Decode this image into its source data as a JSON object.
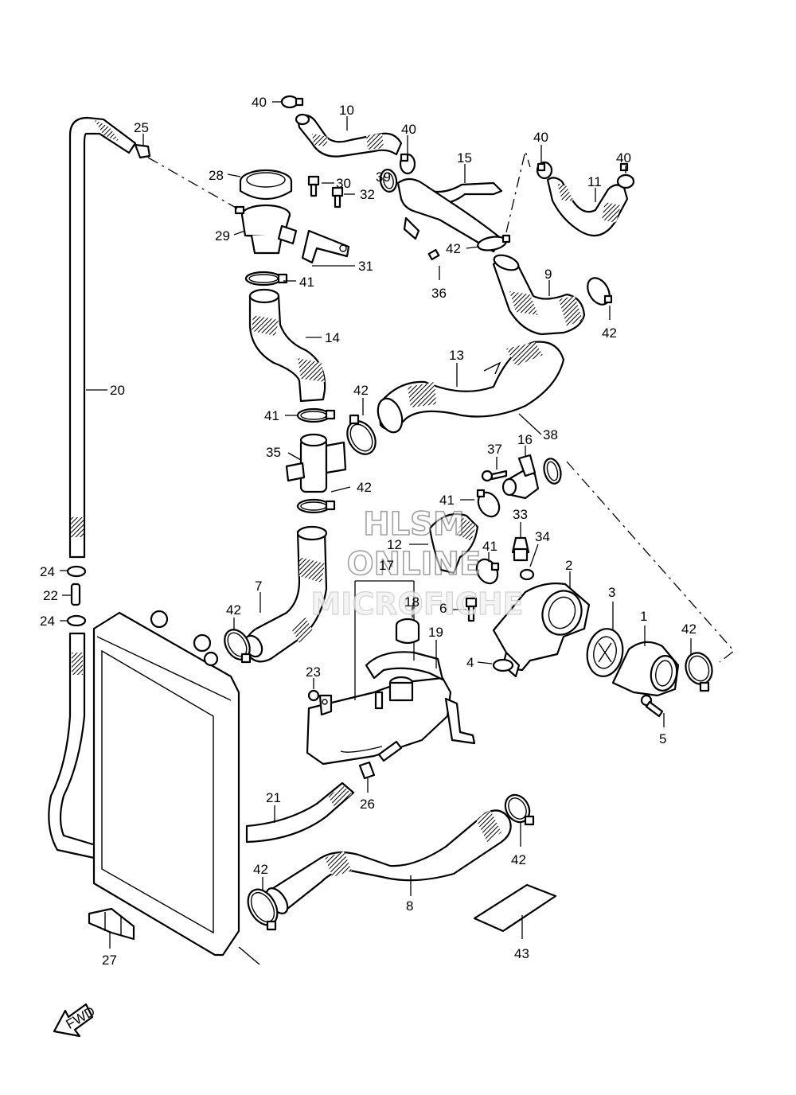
{
  "callouts": {
    "c1": "1",
    "c2": "2",
    "c3": "3",
    "c4": "4",
    "c5": "5",
    "c6": "6",
    "c7": "7",
    "c8": "8",
    "c9": "9",
    "c10": "10",
    "c11": "11",
    "c12": "12",
    "c13": "13",
    "c14": "14",
    "c15": "15",
    "c16": "16",
    "c17": "17",
    "c18": "18",
    "c19": "19",
    "c20": "20",
    "c21": "21",
    "c22": "22",
    "c23": "23",
    "c24a": "24",
    "c24b": "24",
    "c25": "25",
    "c26": "26",
    "c27": "27",
    "c28": "28",
    "c29": "29",
    "c30": "30",
    "c31": "31",
    "c32": "32",
    "c33": "33",
    "c34": "34",
    "c35": "35",
    "c36": "36",
    "c37": "37",
    "c38": "38",
    "c39": "39",
    "c40a": "40",
    "c40b": "40",
    "c40c": "40",
    "c40d": "40",
    "c41a": "41",
    "c41b": "41",
    "c41c": "41",
    "c41d": "41",
    "c42a": "42",
    "c42b": "42",
    "c42c": "42",
    "c42d": "42",
    "c42e": "42",
    "c42f": "42",
    "c42g": "42",
    "c42h": "42",
    "c43": "43"
  },
  "watermark": {
    "line1": "HLSM",
    "line2": "ONLINE",
    "line3": "MICROFICHE"
  },
  "fwd_arrow": {
    "label": "FWD"
  }
}
